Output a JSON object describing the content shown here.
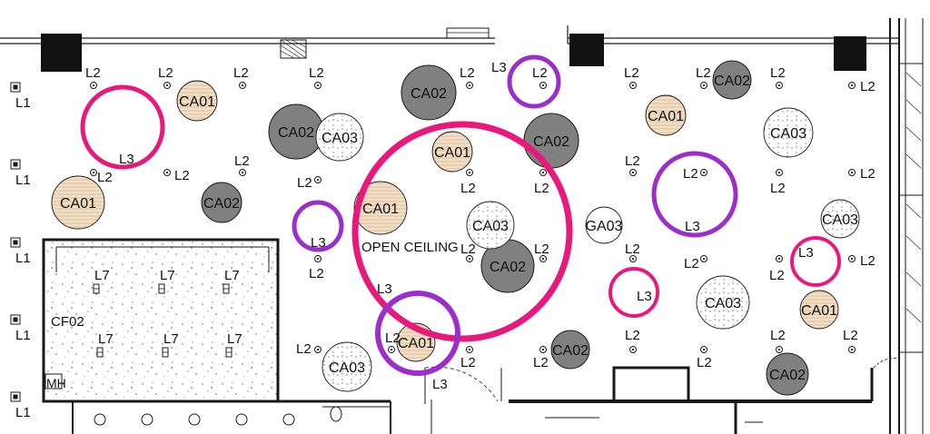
{
  "colors": {
    "line": "#1a1a1a",
    "ca01_fill": "#f2dfc4",
    "ca02_fill": "#808080",
    "ca03_fill": "#ffffff",
    "cf02_fill": "#ffffff",
    "markup_pink": "#e8197d",
    "markup_purple": "#9b2fc9"
  },
  "area_labels": {
    "open_ceiling": "OPEN CEILING",
    "ceiling_finish": "CF02",
    "mh": "MH"
  },
  "legend_codes": {
    "l1": "L1",
    "l2": "L2",
    "l3": "L3",
    "l7": "L7",
    "ca01": "CA01",
    "ca02": "CA02",
    "ca03": "CA03",
    "ga03": "GA03"
  },
  "fixtures": {
    "l1": [
      "L1",
      "L1",
      "L1",
      "L1",
      "L1"
    ],
    "l2": [
      "L2",
      "L2",
      "L2",
      "L2",
      "L2",
      "L2",
      "L2",
      "L2",
      "L2",
      "L2",
      "L2",
      "L2",
      "L2",
      "L2",
      "L2",
      "L2",
      "L2",
      "L2",
      "L2",
      "L2",
      "L2",
      "L2",
      "L2",
      "L2",
      "L2",
      "L2",
      "L2",
      "L2",
      "L2",
      "L2",
      "L2",
      "L2",
      "L2",
      "L2",
      "L2",
      "L2"
    ],
    "l7": [
      "L7",
      "L7",
      "L7",
      "L7",
      "L7",
      "L7"
    ],
    "l3": [
      "L3",
      "L3",
      "L3",
      "L3",
      "L3",
      "L3",
      "L3",
      "L3"
    ]
  },
  "acoustic_clouds": {
    "ca01": [
      "CA01",
      "CA01",
      "CA01",
      "CA01",
      "CA01",
      "CA01",
      "CA01"
    ],
    "ca02": [
      "CA02",
      "CA02",
      "CA02",
      "CA02",
      "CA02",
      "CA02",
      "CA02",
      "CA02"
    ],
    "ca03": [
      "CA03",
      "CA03",
      "CA03",
      "CA03",
      "CA03",
      "CA03"
    ],
    "ga03": [
      "GA03"
    ]
  }
}
